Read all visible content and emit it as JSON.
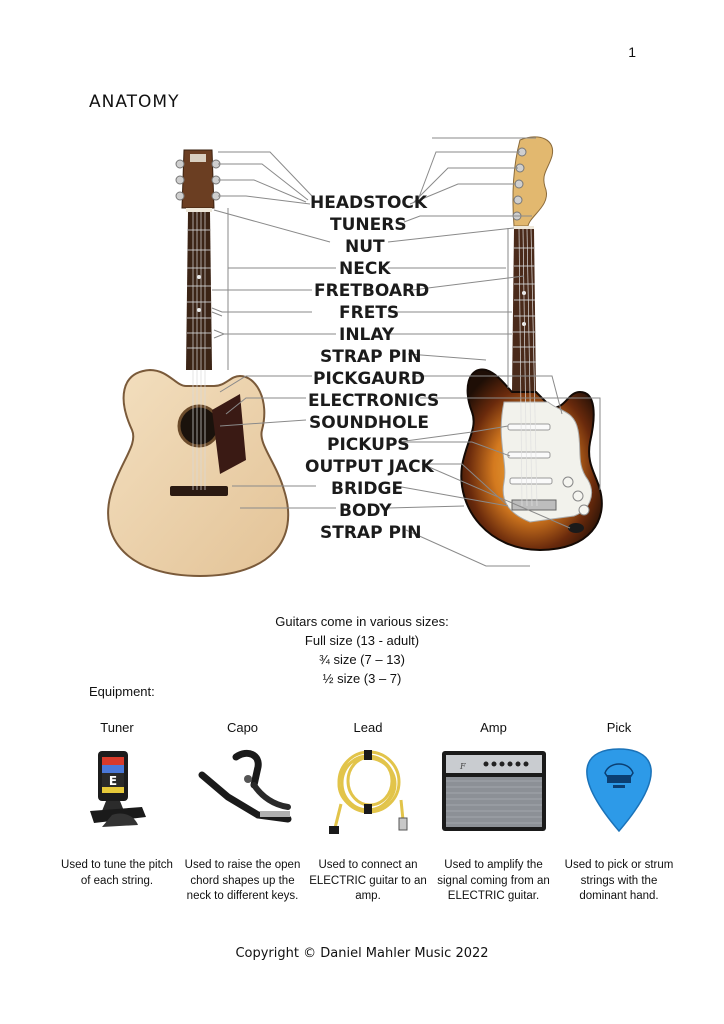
{
  "page_number": "1",
  "title": "ANATOMY",
  "parts": [
    "HEADSTOCK",
    "TUNERS",
    "NUT",
    "NECK",
    "FRETBOARD",
    "FRETS",
    "INLAY",
    "STRAP PIN",
    "PICKGAURD",
    "ELECTRONICS",
    "SOUNDHOLE",
    "PICKUPS",
    "OUTPUT JACK",
    "BRIDGE",
    "BODY",
    "STRAP PIN"
  ],
  "sizes": {
    "heading": "Guitars come in various sizes:",
    "full": "Full size (13 - adult)",
    "three_quarter": "¾ size (7 – 13)",
    "half": "½ size (3 – 7)"
  },
  "equipment_heading": "Equipment:",
  "equipment": [
    {
      "name": "Tuner",
      "icon": "clip-tuner-icon",
      "description": "Used to tune the pitch of each string."
    },
    {
      "name": "Capo",
      "icon": "capo-icon",
      "description": "Used to raise the open chord shapes up the neck to different keys."
    },
    {
      "name": "Lead",
      "icon": "guitar-lead-icon",
      "description": "Used to connect an ELECTRIC guitar to an amp."
    },
    {
      "name": "Amp",
      "icon": "amplifier-icon",
      "description": "Used to amplify the signal coming from an ELECTRIC guitar."
    },
    {
      "name": "Pick",
      "icon": "guitar-pick-icon",
      "description": "Used to pick or strum strings with the dominant hand."
    }
  ],
  "copyright": "Copyright © Daniel Mahler Music 2022",
  "colors": {
    "acoustic_top": "#ecd4b0",
    "sunburst_center": "#e7a33a",
    "sunburst_edge": "#2a1408",
    "pick_blue": "#2d9ae8",
    "tuner_red": "#d83a2a"
  }
}
